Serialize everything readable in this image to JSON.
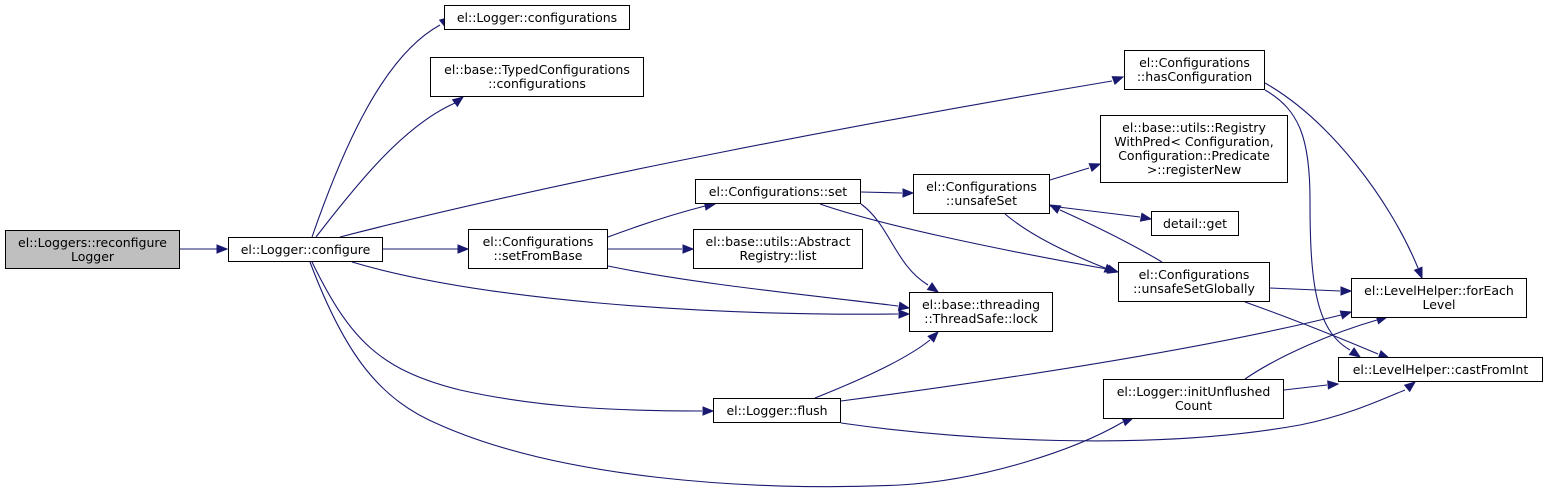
{
  "colors": {
    "edge": "#191970",
    "node_border": "#000000",
    "node_fill": "#ffffff",
    "root_fill": "#bfbfbf"
  },
  "nodes": {
    "reconfigure": {
      "lines": [
        "el::Loggers::reconfigure",
        "Logger"
      ]
    },
    "configure": {
      "lines": [
        "el::Logger::configure"
      ]
    },
    "logger_configurations": {
      "lines": [
        "el::Logger::configurations"
      ]
    },
    "typed_configurations": {
      "lines": [
        "el::base::TypedConfigurations",
        "::configurations"
      ]
    },
    "has_configuration": {
      "lines": [
        "el::Configurations",
        "::hasConfiguration"
      ]
    },
    "registry_register_new": {
      "lines": [
        "el::base::utils::Registry",
        "WithPred< Configuration,",
        "Configuration::Predicate",
        ">::registerNew"
      ]
    },
    "configurations_set": {
      "lines": [
        "el::Configurations::set"
      ]
    },
    "unsafe_set": {
      "lines": [
        "el::Configurations",
        "::unsafeSet"
      ]
    },
    "detail_get": {
      "lines": [
        "detail::get"
      ]
    },
    "set_from_base": {
      "lines": [
        "el::Configurations",
        "::setFromBase"
      ]
    },
    "abstract_registry_list": {
      "lines": [
        "el::base::utils::Abstract",
        "Registry::list"
      ]
    },
    "unsafe_set_globally": {
      "lines": [
        "el::Configurations",
        "::unsafeSetGlobally"
      ]
    },
    "threadsafe_lock": {
      "lines": [
        "el::base::threading",
        "::ThreadSafe::lock"
      ]
    },
    "for_each_level": {
      "lines": [
        "el::LevelHelper::forEach",
        "Level"
      ]
    },
    "init_unflushed_count": {
      "lines": [
        "el::Logger::initUnflushed",
        "Count"
      ]
    },
    "cast_from_int": {
      "lines": [
        "el::LevelHelper::castFromInt"
      ]
    },
    "logger_flush": {
      "lines": [
        "el::Logger::flush"
      ]
    }
  }
}
